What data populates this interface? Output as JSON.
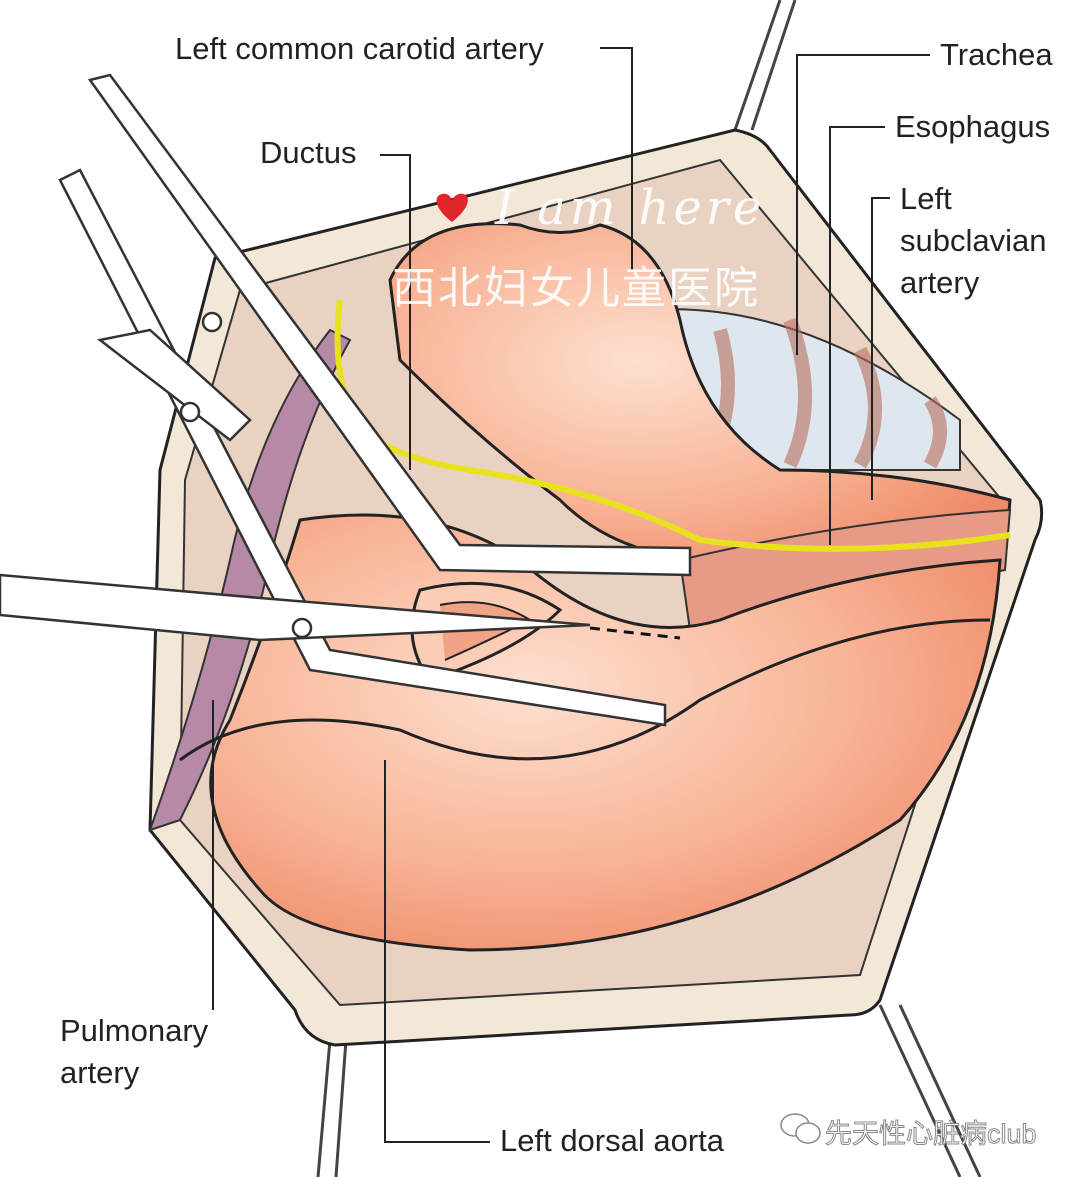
{
  "labels": {
    "left_common_carotid": "Left common carotid artery",
    "ductus": "Ductus",
    "trachea": "Trachea",
    "esophagus": "Esophagus",
    "left_subclavian": [
      "Left",
      "subclavian",
      "artery"
    ],
    "pulmonary_artery": [
      "Pulmonary",
      "artery"
    ],
    "left_dorsal_aorta": "Left dorsal aorta"
  },
  "watermark": {
    "script_text": "I am here",
    "hospital": "西北妇女儿童医院",
    "account": "先天性心脏病club",
    "heart_color": "#e0262b"
  },
  "colors": {
    "tissue": "#f5a487",
    "tissue_light": "#fbcdb7",
    "drape": "#f3e7d8",
    "nerve": "#e8e21e",
    "vein": "#b68aa6",
    "trachea": "#dfe7ee"
  }
}
